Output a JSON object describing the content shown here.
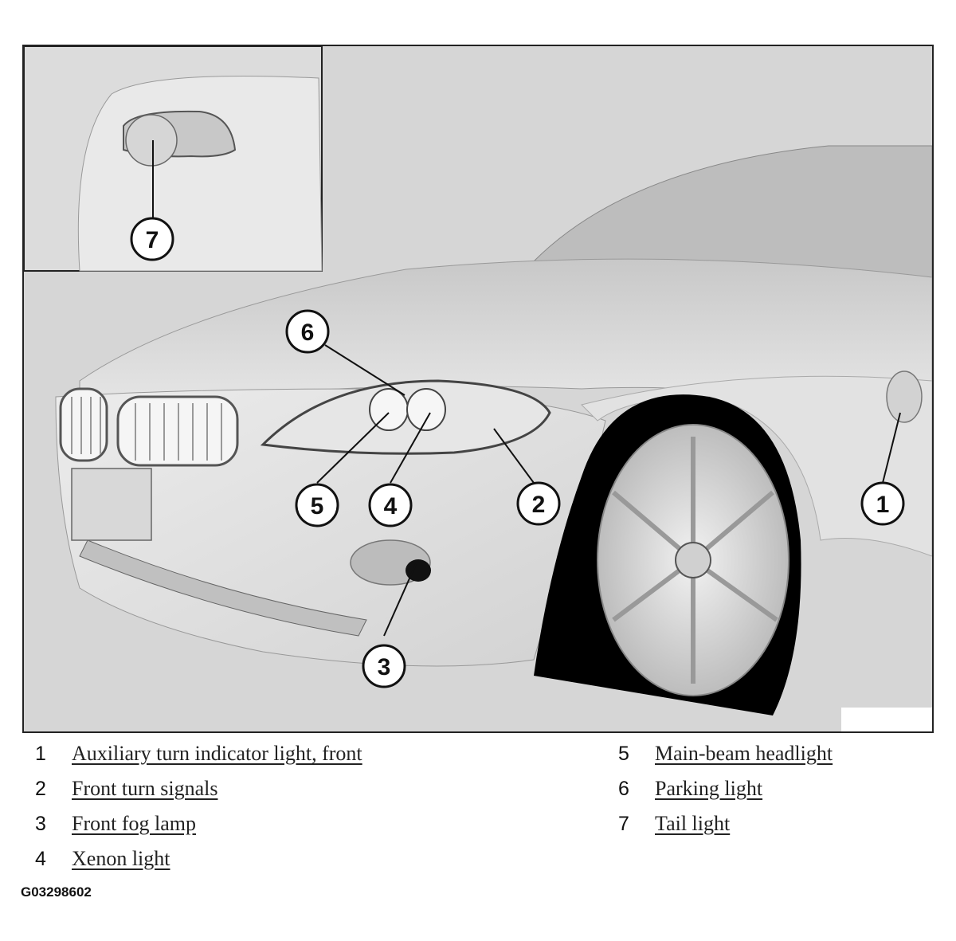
{
  "diagram": {
    "inset_callout": "7",
    "callouts": [
      "1",
      "2",
      "3",
      "4",
      "5",
      "6"
    ]
  },
  "legend": {
    "items": [
      {
        "number": "1",
        "label": "Auxiliary turn indicator light, front"
      },
      {
        "number": "2",
        "label": "Front turn signals"
      },
      {
        "number": "3",
        "label": "Front fog lamp"
      },
      {
        "number": "4",
        "label": "Xenon light"
      },
      {
        "number": "5",
        "label": "Main-beam headlight"
      },
      {
        "number": "6",
        "label": "Parking light"
      },
      {
        "number": "7",
        "label": "Tail light"
      }
    ]
  },
  "document_code": "G03298602",
  "colors": {
    "background": "#d6d6d6",
    "body": "#e4e4e4",
    "tire": "#000000",
    "outline": "#222222"
  }
}
